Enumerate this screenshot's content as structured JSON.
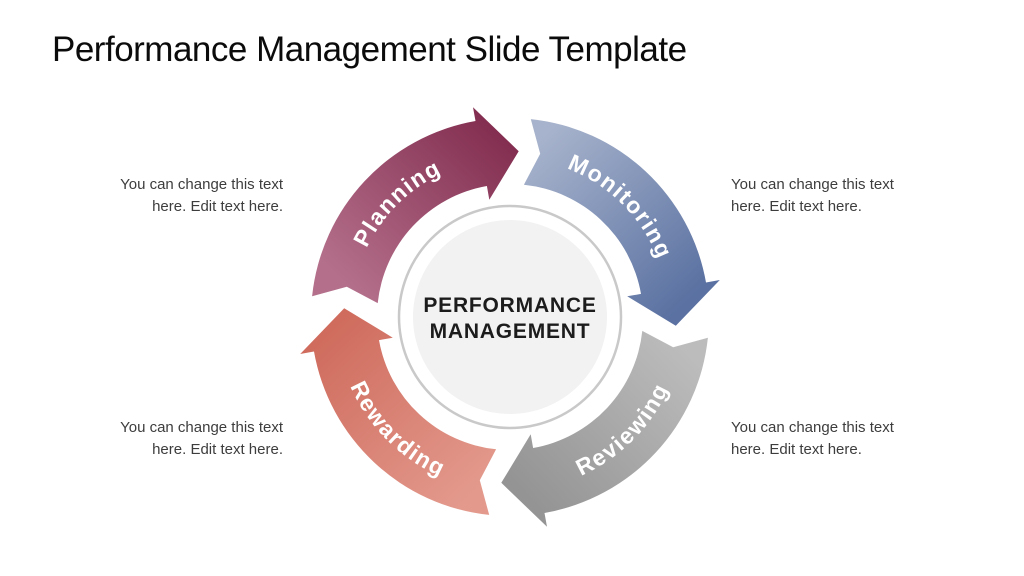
{
  "slide": {
    "title": "Performance Management Slide Template",
    "background": "#ffffff"
  },
  "diagram": {
    "center": {
      "line1": "PERFORMANCE",
      "line2": "MANAGEMENT",
      "fill": "#f2f2f2",
      "ring_color": "#c9c9c9",
      "text_color": "#1c1c1c"
    },
    "steps": [
      {
        "label": "Planning",
        "position": "top-left",
        "color_light": "#b4708b",
        "color_dark": "#832e50"
      },
      {
        "label": "Monitoring",
        "position": "top-right",
        "color_light": "#a7b3cc",
        "color_dark": "#5a71a1"
      },
      {
        "label": "Reviewing",
        "position": "bottom-right",
        "color_light": "#bcbcbc",
        "color_dark": "#949494"
      },
      {
        "label": "Rewarding",
        "position": "bottom-left",
        "color_light": "#e39a8d",
        "color_dark": "#cf6c5e"
      }
    ],
    "label_text_color": "#ffffff"
  },
  "captions": {
    "top_left": {
      "line1": "You can change this text",
      "line2": "here. Edit text here."
    },
    "top_right": {
      "line1": "You can change this text",
      "line2": "here. Edit text here."
    },
    "bottom_left": {
      "line1": "You can change this text",
      "line2": "here. Edit text here."
    },
    "bottom_right": {
      "line1": "You can change this text",
      "line2": "here. Edit text here."
    }
  }
}
